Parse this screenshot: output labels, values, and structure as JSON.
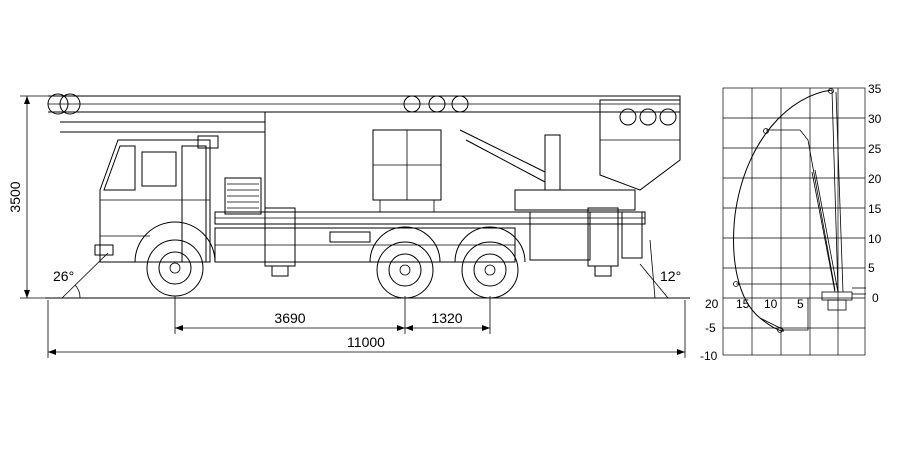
{
  "dimensions": {
    "height": "3500",
    "wheelbase_front": "3690",
    "wheelbase_rear": "1320",
    "overall_length": "11000",
    "approach_angle": "26°",
    "departure_angle": "12°"
  },
  "reach_chart": {
    "height_ticks": [
      "35",
      "30",
      "25",
      "20",
      "15",
      "10",
      "5",
      "0",
      "-5",
      "-10"
    ],
    "outreach_ticks": [
      "20",
      "15",
      "10",
      "5"
    ]
  }
}
